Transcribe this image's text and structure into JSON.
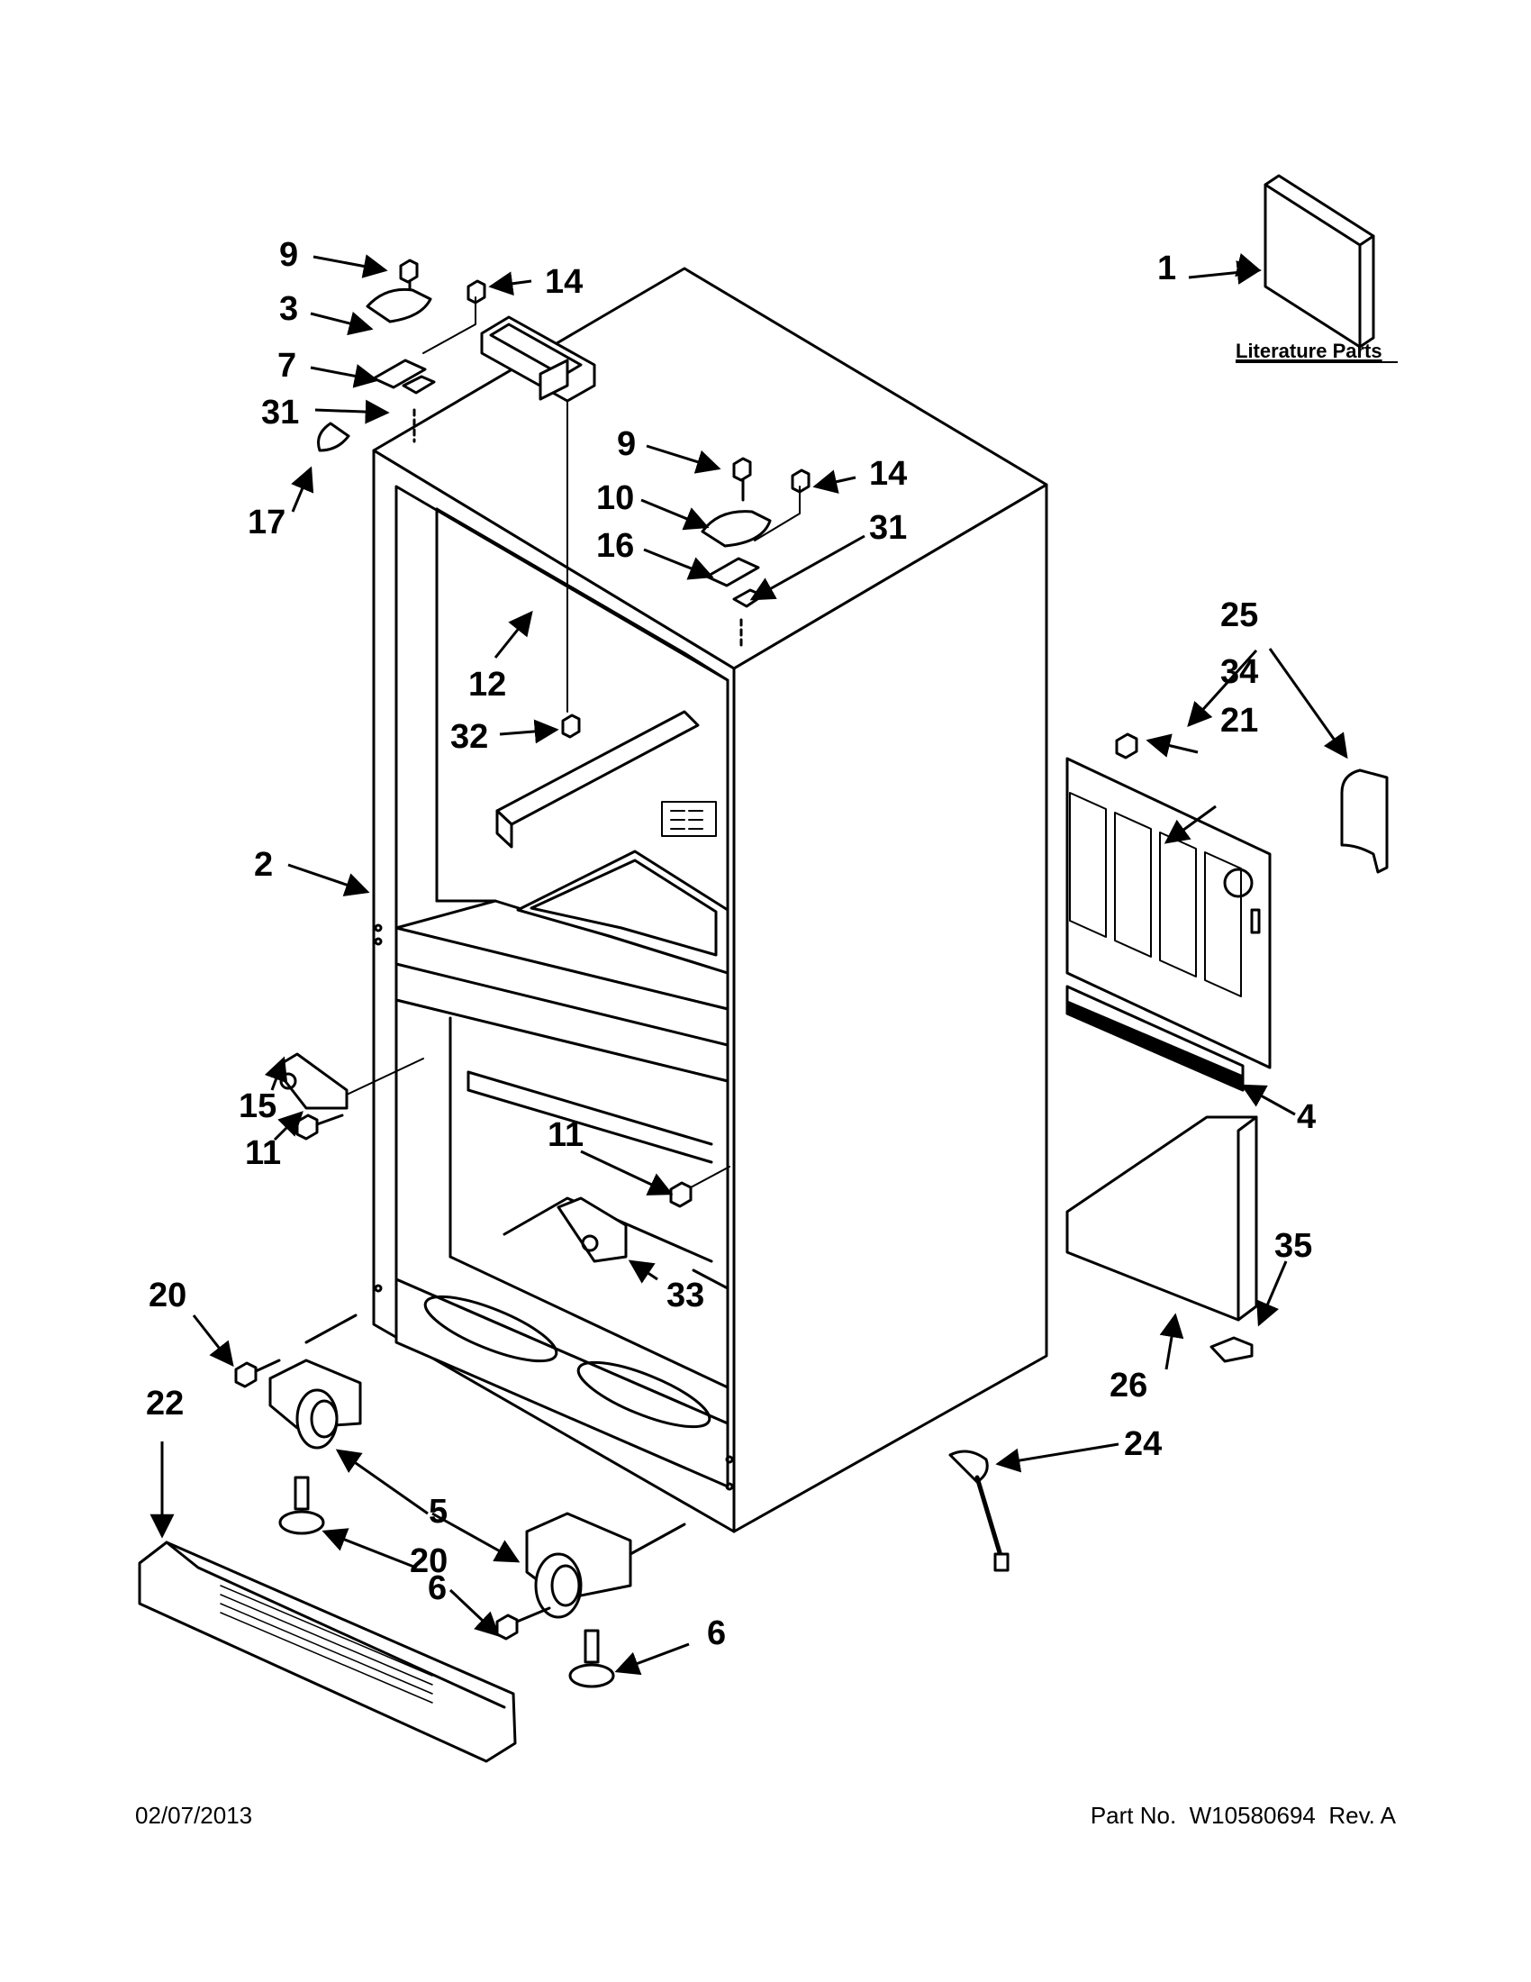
{
  "literature_title": "Literature Parts",
  "callouts": [
    {
      "id": "c1",
      "text": "1"
    },
    {
      "id": "c2",
      "text": "2"
    },
    {
      "id": "c3",
      "text": "3"
    },
    {
      "id": "c4",
      "text": "4"
    },
    {
      "id": "c5",
      "text": "5"
    },
    {
      "id": "c6a",
      "text": "6"
    },
    {
      "id": "c6b",
      "text": "6"
    },
    {
      "id": "c7",
      "text": "7"
    },
    {
      "id": "c9a",
      "text": "9"
    },
    {
      "id": "c9b",
      "text": "9"
    },
    {
      "id": "c10",
      "text": "10"
    },
    {
      "id": "c11a",
      "text": "11"
    },
    {
      "id": "c11b",
      "text": "11"
    },
    {
      "id": "c12",
      "text": "12"
    },
    {
      "id": "c14a",
      "text": "14"
    },
    {
      "id": "c14b",
      "text": "14"
    },
    {
      "id": "c15",
      "text": "15"
    },
    {
      "id": "c16",
      "text": "16"
    },
    {
      "id": "c17",
      "text": "17"
    },
    {
      "id": "c20a",
      "text": "20"
    },
    {
      "id": "c20b",
      "text": "20"
    },
    {
      "id": "c21",
      "text": "21"
    },
    {
      "id": "c22",
      "text": "22"
    },
    {
      "id": "c24",
      "text": "24"
    },
    {
      "id": "c25",
      "text": "25"
    },
    {
      "id": "c26",
      "text": "26"
    },
    {
      "id": "c31a",
      "text": "31"
    },
    {
      "id": "c31b",
      "text": "31"
    },
    {
      "id": "c32",
      "text": "32"
    },
    {
      "id": "c33",
      "text": "33"
    },
    {
      "id": "c34",
      "text": "34"
    },
    {
      "id": "c35",
      "text": "35"
    }
  ],
  "footer": {
    "date": "02/07/2013",
    "part_label": "Part No.",
    "part_number": "W10580694",
    "revision": "Rev. A"
  }
}
